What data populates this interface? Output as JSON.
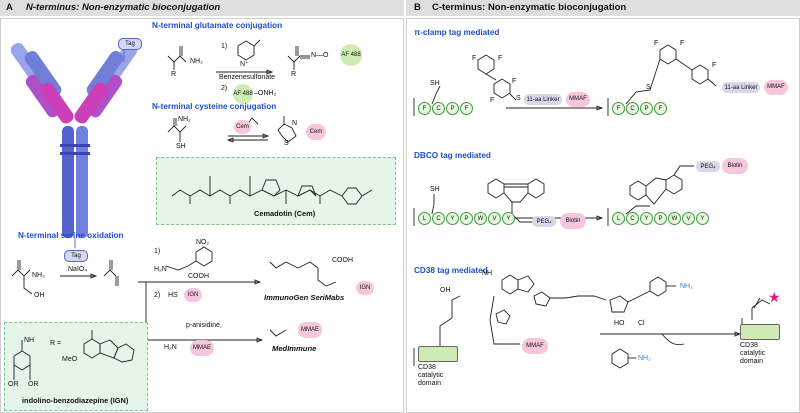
{
  "headers": {
    "left_letter": "A",
    "left_title": "N-terminus: Non-enzymatic bioconjugation",
    "right_letter": "B",
    "right_title": "C-terminus: Non-enzymatic bioconjugation"
  },
  "antibody": {
    "tag_top": "Tag",
    "tag_bottom": "Tag"
  },
  "glutamate": {
    "title": "N-terminal glutamate conjugation",
    "step1": "1)",
    "reagent1": "Benzenesulfonate",
    "step2": "2)",
    "af_label": "AF 488",
    "oxyamine": "–ONH₂",
    "nh2": "NH₂",
    "r": "R",
    "n_plus": "N⁺",
    "o_link": "N—O",
    "product_af": "AF 488"
  },
  "cysteine": {
    "title": "N-terminal cysteine conjugation",
    "reagent": "Cem",
    "sh": "SH",
    "nh2": "NH₂",
    "product_cem": "Cem",
    "s": "S",
    "nh": "N"
  },
  "cemadotin": {
    "label": "Cemadotin (Cem)"
  },
  "serine": {
    "title": "N-terminal serine oxidation",
    "reagent": "NaIO₄",
    "nh2": "NH₂",
    "oh": "OH",
    "step1": "1)",
    "step2": "2)",
    "no2": "NO₂",
    "hs": "HS",
    "ign": "IGN",
    "h2n_o": "H₂N",
    "cooh": "COOH",
    "product1": "ImmunoGen SeriMabs",
    "cooh2": "COOH",
    "ign2": "IGN",
    "branch_reagent": "p-anisidine,",
    "h2n2": "H₂N",
    "mmae": "MMAE",
    "product2": "MedImmune",
    "mmae2": "MMAE"
  },
  "ign_box": {
    "label": "indolino-benzodiazepine (IGN)",
    "r_eq": "R =",
    "meo": "MeO",
    "nh": "NH",
    "or1": "OR",
    "or2": "OR"
  },
  "pi_clamp": {
    "title": "π-clamp tag mediated",
    "sh": "SH",
    "residues": [
      "F",
      "C",
      "P",
      "F"
    ],
    "linker": "11-aa Linker",
    "payload": "MMAF",
    "f": "F",
    "s": "S"
  },
  "dbco": {
    "title": "DBCO tag mediated",
    "sh": "SH",
    "residues": [
      "L",
      "C",
      "Y",
      "P",
      "W",
      "V",
      "Y"
    ],
    "peg": "PEG₄",
    "biotin": "Biotin"
  },
  "cd38": {
    "title": "CD38 tag mediated",
    "oh": "OH",
    "domain_label": "CD38 catalytic domain",
    "nh": "NH",
    "mmaf": "MMAF",
    "amide": "NH₂",
    "cl": "Cl",
    "ho": "HO",
    "product_domain": "CD38 catalytic domain"
  }
}
